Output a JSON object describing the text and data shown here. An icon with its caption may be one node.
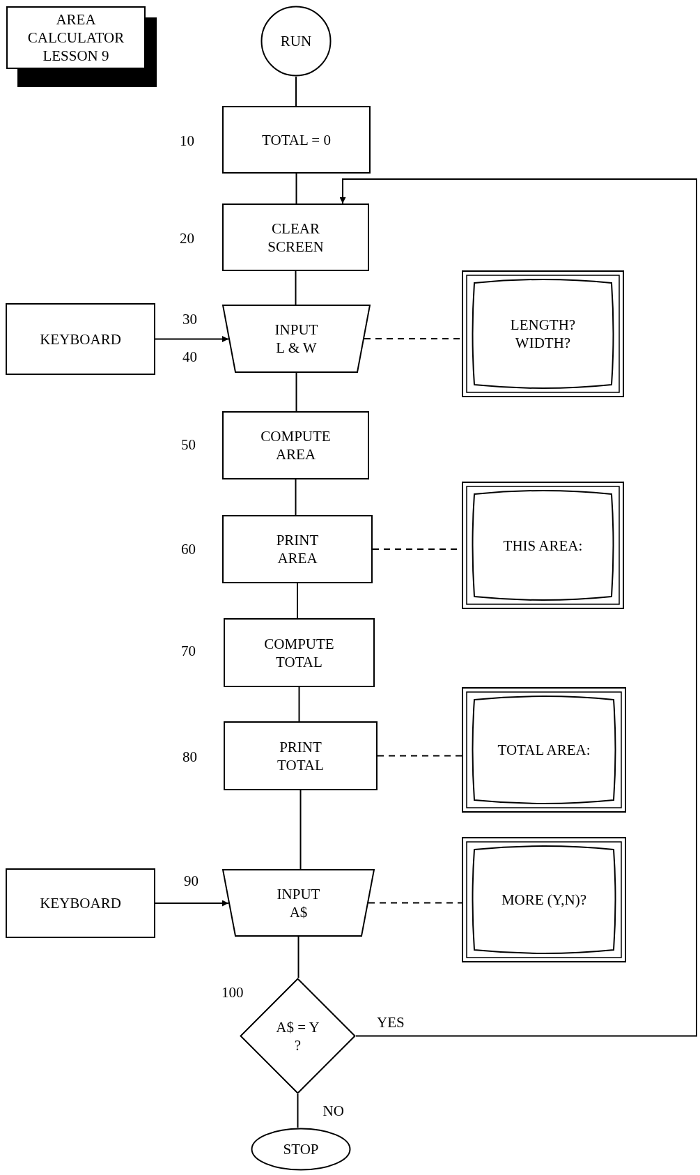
{
  "diagram": {
    "nodes": [
      {
        "text": [
          "AREA CALCULATOR LESSON 9"
        ]
      },
      {
        "text": [
          "RUN"
        ]
      },
      {
        "text": [
          "TOTAL = 0"
        ],
        "beside": [
          "10"
        ]
      },
      {
        "text": [
          "CLEAR SCREEN"
        ],
        "beside": [
          "20"
        ]
      },
      {
        "text": [
          "INPUT L & W"
        ],
        "beside": [
          "30",
          "40"
        ]
      },
      {
        "text": [
          "KEYBOARD"
        ]
      },
      {
        "text": [
          "LENGTH? WIDTH?"
        ]
      },
      {
        "text": [
          "COMPUTE AREA"
        ],
        "beside": [
          "50"
        ]
      },
      {
        "text": [
          "PRINT AREA"
        ],
        "beside": [
          "60"
        ]
      },
      {
        "text": [
          "THIS AREA:"
        ]
      },
      {
        "text": [
          "COMPUTE TOTAL"
        ],
        "beside": [
          "70"
        ]
      },
      {
        "text": [
          "PRINT TOTAL"
        ],
        "beside": [
          "80"
        ]
      },
      {
        "text": [
          "TOTAL AREA:"
        ]
      },
      {
        "text": [
          "KEYBOARD"
        ]
      },
      {
        "text": [
          "INPUT A$"
        ],
        "beside": [
          "90"
        ]
      },
      {
        "text": [
          "MORE (Y,N)?"
        ]
      },
      {
        "text": [
          "A$ = Y ?"
        ],
        "beside": [
          "100"
        ]
      },
      {
        "text": [
          "STOP"
        ]
      }
    ],
    "edges": [
      {
        "from": 1,
        "to": 2,
        "arrow": "none"
      },
      {
        "from": 2,
        "to": 3,
        "arrow": "none"
      },
      {
        "from": 3,
        "to": 4,
        "arrow": "none"
      },
      {
        "from": 5,
        "to": 4,
        "arrow": "to"
      },
      {
        "from": 4,
        "to": 6,
        "arrow": "none",
        "style": "dashed"
      },
      {
        "from": 4,
        "to": 7,
        "arrow": "none"
      },
      {
        "from": 7,
        "to": 8,
        "arrow": "none"
      },
      {
        "from": 8,
        "to": 9,
        "arrow": "none",
        "style": "dashed"
      },
      {
        "from": 8,
        "to": 10,
        "arrow": "none"
      },
      {
        "from": 10,
        "to": 11,
        "arrow": "none"
      },
      {
        "from": 11,
        "to": 12,
        "arrow": "none",
        "style": "dashed"
      },
      {
        "from": 11,
        "to": 14,
        "arrow": "none"
      },
      {
        "from": 13,
        "to": 14,
        "arrow": "to"
      },
      {
        "from": 14,
        "to": 15,
        "arrow": "none",
        "style": "dashed"
      },
      {
        "from": 14,
        "to": 16,
        "arrow": "none"
      },
      {
        "from": 16,
        "to": 3,
        "arrow": "to",
        "label": "YES"
      },
      {
        "from": 16,
        "to": 17,
        "arrow": "none",
        "label": "NO"
      }
    ]
  }
}
